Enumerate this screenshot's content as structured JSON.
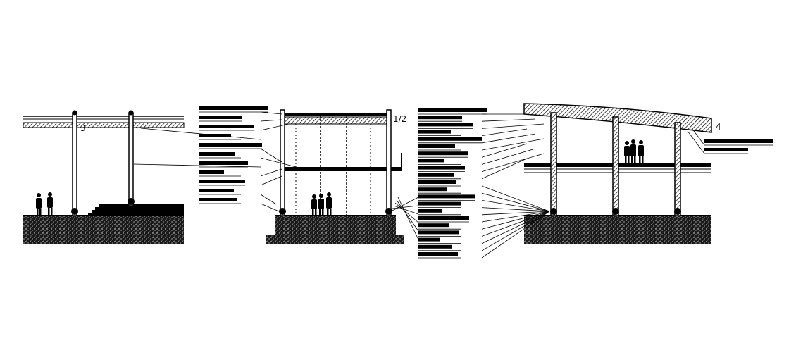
{
  "drawing": {
    "type": "architectural-section",
    "line_color": "#000000",
    "background": "#ffffff"
  },
  "sections": [
    {
      "id": "left",
      "label": "3",
      "columns": 2,
      "has_stairs": true,
      "people": 2
    },
    {
      "id": "middle",
      "label": "1/2",
      "columns": 4,
      "floors": 2,
      "people": 3
    },
    {
      "id": "right",
      "label": "4",
      "columns": 3,
      "curved_roof": true,
      "people": 3
    }
  ],
  "annotation_groups": [
    {
      "id": "middle-notes",
      "note_count": 11,
      "notes_legible": false
    },
    {
      "id": "right-notes",
      "note_count": 21,
      "notes_legible": false
    },
    {
      "id": "roof-notes",
      "note_count": 2,
      "notes_legible": false
    }
  ]
}
